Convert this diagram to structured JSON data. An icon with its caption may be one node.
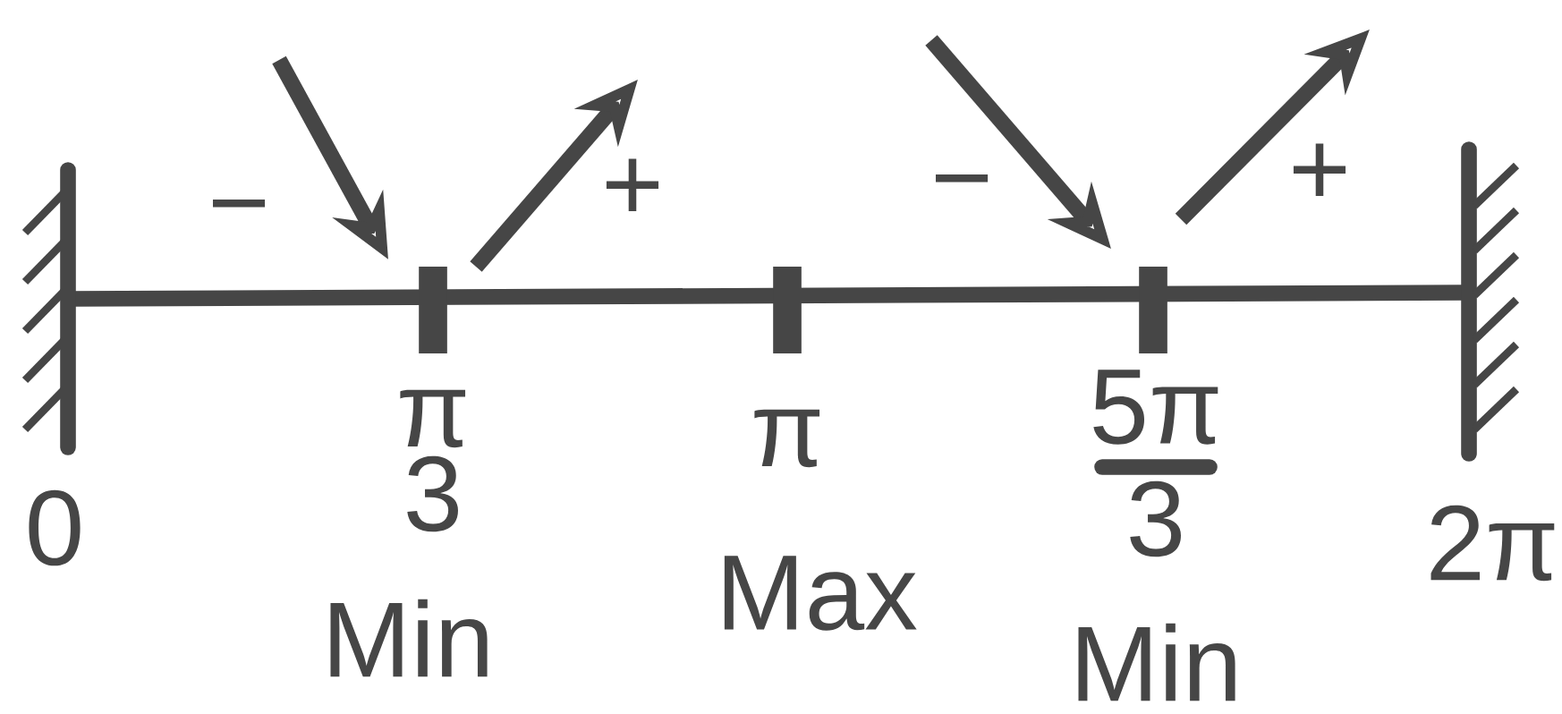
{
  "diagram": {
    "labels": [
      "−",
      "+",
      "−",
      "+",
      "π",
      "π",
      "5π",
      "0",
      "3",
      "3",
      "2π",
      "Min",
      "Max",
      "Min"
    ]
  }
}
